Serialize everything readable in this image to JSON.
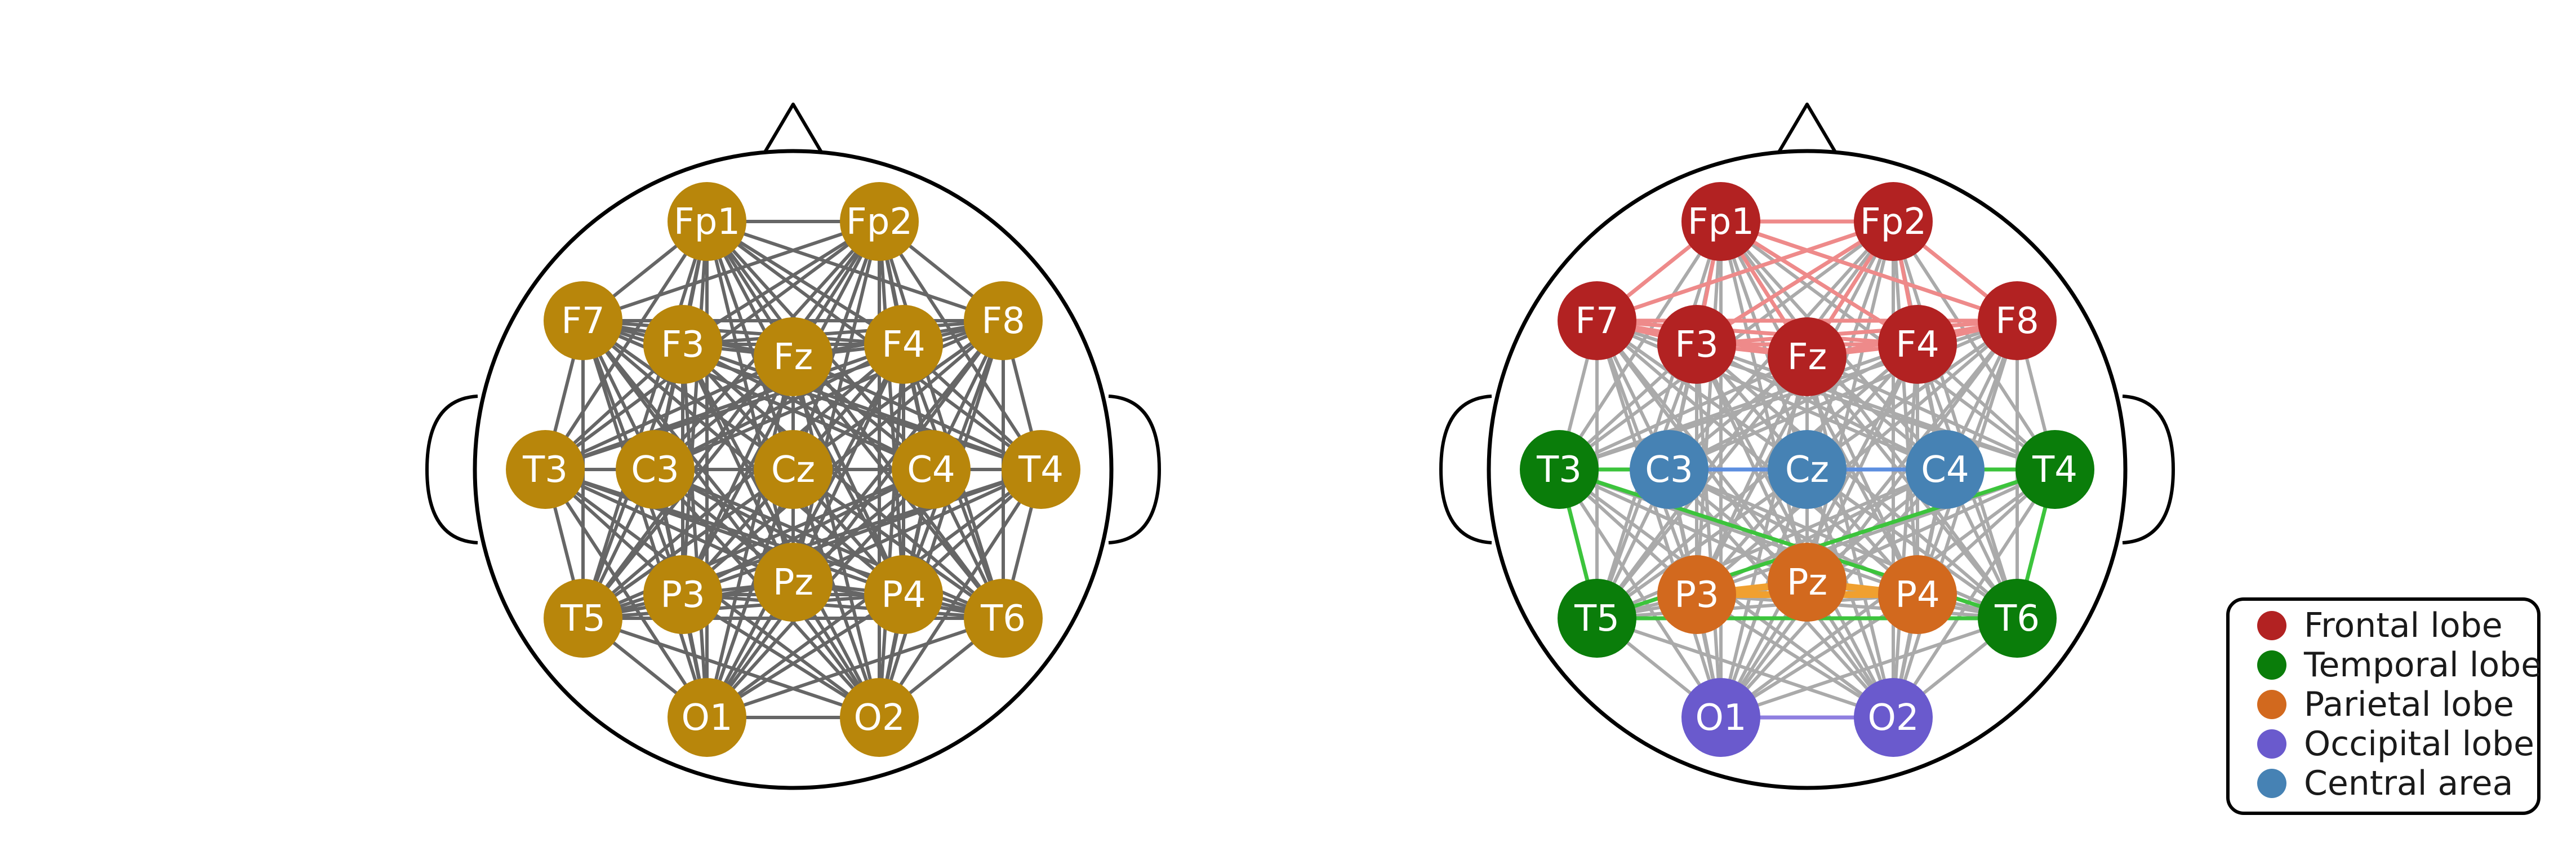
{
  "electrodes": [
    {
      "id": "Fp1",
      "region": "frontal"
    },
    {
      "id": "Fp2",
      "region": "frontal"
    },
    {
      "id": "F7",
      "region": "frontal"
    },
    {
      "id": "F3",
      "region": "frontal"
    },
    {
      "id": "Fz",
      "region": "frontal"
    },
    {
      "id": "F4",
      "region": "frontal"
    },
    {
      "id": "F8",
      "region": "frontal"
    },
    {
      "id": "T3",
      "region": "temporal"
    },
    {
      "id": "C3",
      "region": "central"
    },
    {
      "id": "Cz",
      "region": "central"
    },
    {
      "id": "C4",
      "region": "central"
    },
    {
      "id": "T4",
      "region": "temporal"
    },
    {
      "id": "T5",
      "region": "temporal"
    },
    {
      "id": "P3",
      "region": "parietal"
    },
    {
      "id": "Pz",
      "region": "parietal"
    },
    {
      "id": "P4",
      "region": "parietal"
    },
    {
      "id": "T6",
      "region": "temporal"
    },
    {
      "id": "O1",
      "region": "occipital"
    },
    {
      "id": "O2",
      "region": "occipital"
    }
  ],
  "left_head": {
    "node_color": "#b8860b",
    "edge_color": "#666666"
  },
  "right_head": {
    "background_edge_color": "#aaaaaa"
  },
  "regions": {
    "frontal": {
      "label": "Frontal lobe",
      "color": "#b22222",
      "edge_color": "#ee8a8a"
    },
    "temporal": {
      "label": "Temporal lobe",
      "color": "#0a7d0a",
      "edge_color": "#3cc43c"
    },
    "parietal": {
      "label": "Parietal lobe",
      "color": "#d2691e",
      "edge_color": "#f0a030"
    },
    "occipital": {
      "label": "Occipital lobe",
      "color": "#6a5acd",
      "edge_color": "#8f7fe0"
    },
    "central": {
      "label": "Central area",
      "color": "#4682b4",
      "edge_color": "#5d8fe0"
    }
  },
  "legend": {
    "items": [
      "frontal",
      "temporal",
      "parietal",
      "occipital",
      "central"
    ]
  }
}
